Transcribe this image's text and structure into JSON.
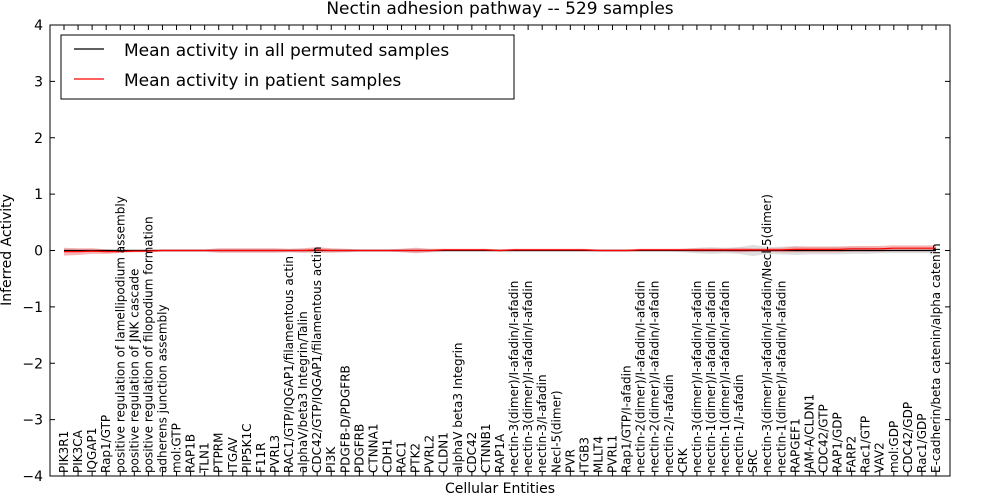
{
  "chart_data": {
    "type": "line",
    "title": "Nectin adhesion pathway -- 529 samples",
    "xlabel": "Cellular Entities",
    "ylabel": "Inferred Activity",
    "ylim": [
      -4,
      4
    ],
    "yticks": [
      -4,
      -3,
      -2,
      -1,
      0,
      1,
      2,
      3,
      4
    ],
    "grid": false,
    "legend_position": "top-left",
    "colors": {
      "permuted": "#000000",
      "patient": "#ff0000",
      "patient_band": "#f08080",
      "permuted_band": "#c8c8c8"
    },
    "categories": [
      "PIK3R1",
      "PIK3CA",
      "IQGAP1",
      "Rap1/GTP",
      "positive regulation of lamellipodium assembly",
      "positive regulation of JNK cascade",
      "positive regulation of filopodium formation",
      "adherens junction assembly",
      "mol:GTP",
      "RAP1B",
      "TLN1",
      "PTPRM",
      "ITGAV",
      "PIP5K1C",
      "F11R",
      "PVRL3",
      "RAC1/GTP/IQGAP1/filamentous actin",
      "alphaV/beta3 Integrin/Talin",
      "CDC42/GTP/IQGAP1/filamentous actin",
      "PI3K",
      "PDGFB-D/PDGFRB",
      "PDGFRB",
      "CTNNA1",
      "CDH1",
      "RAC1",
      "PTK2",
      "PVRL2",
      "CLDN1",
      "alphaV beta3 Integrin",
      "CDC42",
      "CTNNB1",
      "RAP1A",
      "nectin-3(dimer)/I-afadin/I-afadin",
      "nectin-3(dimer)/I-afadin/I-afadin",
      "nectin-3/I-afadin",
      "Necl-5(dimer)",
      "PVR",
      "ITGB3",
      "MLLT4",
      "PVRL1",
      "Rap1/GTP/I-afadin",
      "nectin-2(dimer)/I-afadin/I-afadin",
      "nectin-2(dimer)/I-afadin/I-afadin",
      "nectin-2/I-afadin",
      "CRK",
      "nectin-3(dimer)/I-afadin/I-afadin",
      "nectin-1(dimer)/I-afadin/I-afadin",
      "nectin-1(dimer)/I-afadin/I-afadin",
      "nectin-1/I-afadin",
      "SRC",
      "nectin-3(dimer)/I-afadin/I-afadin/Necl-5(dimer)",
      "nectin-1(dimer)/I-afadin/I-afadin",
      "RAPGEF1",
      "JAM-A/CLDN1",
      "CDC42/GTP",
      "RAP1/GDP",
      "FARP2",
      "Rac1/GTP",
      "VAV2",
      "mol:GDP",
      "CDC42/GDP",
      "Rac1/GDP",
      "E-cadherin/beta catenin/alpha catenin"
    ],
    "series": [
      {
        "name": "Mean activity in all permuted samples",
        "values": [
          0.0,
          0.0,
          0.0,
          0.0,
          0.0,
          0.0,
          0.0,
          0.0,
          0.0,
          0.0,
          0.0,
          0.0,
          0.0,
          0.0,
          0.0,
          0.0,
          0.0,
          0.0,
          0.0,
          0.0,
          0.0,
          0.0,
          0.0,
          0.0,
          0.0,
          0.0,
          0.0,
          0.0,
          0.0,
          0.0,
          0.0,
          0.0,
          0.0,
          0.0,
          0.0,
          0.0,
          0.0,
          0.0,
          0.0,
          0.0,
          0.0,
          0.0,
          0.0,
          0.0,
          0.0,
          0.0,
          0.0,
          0.0,
          0.0,
          0.0,
          0.0,
          0.0,
          0.0,
          0.0,
          0.0,
          0.0,
          0.0,
          0.0,
          0.0,
          0.0,
          0.0,
          0.0,
          0.0
        ],
        "band": [
          0.02,
          0.02,
          0.02,
          0.02,
          0.02,
          0.02,
          0.02,
          0.02,
          0.02,
          0.02,
          0.02,
          0.02,
          0.02,
          0.02,
          0.02,
          0.02,
          0.02,
          0.02,
          0.02,
          0.02,
          0.02,
          0.02,
          0.02,
          0.02,
          0.02,
          0.02,
          0.02,
          0.02,
          0.02,
          0.02,
          0.02,
          0.02,
          0.02,
          0.02,
          0.02,
          0.02,
          0.02,
          0.02,
          0.02,
          0.02,
          0.02,
          0.02,
          0.02,
          0.02,
          0.03,
          0.05,
          0.06,
          0.05,
          0.06,
          0.1,
          0.06,
          0.07,
          0.08,
          0.07,
          0.07,
          0.07,
          0.06,
          0.06,
          0.05,
          0.05,
          0.05,
          0.05,
          0.05
        ]
      },
      {
        "name": "Mean activity in patient samples",
        "values": [
          -0.02,
          -0.02,
          -0.01,
          -0.02,
          -0.02,
          -0.01,
          -0.01,
          0.0,
          0.0,
          0.0,
          0.0,
          0.0,
          0.0,
          0.0,
          0.0,
          0.0,
          0.0,
          0.0,
          0.01,
          0.0,
          0.0,
          0.0,
          0.0,
          0.0,
          0.0,
          0.0,
          0.0,
          0.01,
          0.01,
          0.01,
          0.01,
          0.0,
          0.01,
          0.01,
          0.01,
          0.01,
          0.01,
          0.01,
          0.0,
          0.0,
          0.0,
          0.01,
          0.01,
          0.01,
          0.01,
          0.01,
          0.01,
          0.01,
          0.01,
          0.01,
          0.01,
          0.01,
          0.02,
          0.02,
          0.02,
          0.02,
          0.03,
          0.03,
          0.03,
          0.04,
          0.04,
          0.04,
          0.04
        ],
        "band": [
          0.07,
          0.06,
          0.05,
          0.04,
          0.02,
          0.02,
          0.02,
          0.02,
          0.02,
          0.02,
          0.02,
          0.04,
          0.04,
          0.04,
          0.04,
          0.04,
          0.03,
          0.04,
          0.05,
          0.04,
          0.03,
          0.02,
          0.02,
          0.02,
          0.03,
          0.05,
          0.03,
          0.02,
          0.02,
          0.02,
          0.02,
          0.02,
          0.02,
          0.02,
          0.02,
          0.02,
          0.02,
          0.02,
          0.02,
          0.02,
          0.02,
          0.02,
          0.02,
          0.02,
          0.02,
          0.03,
          0.03,
          0.03,
          0.04,
          0.03,
          0.03,
          0.04,
          0.05,
          0.05,
          0.05,
          0.05,
          0.05,
          0.05,
          0.05,
          0.05,
          0.05,
          0.05,
          0.05
        ]
      }
    ]
  }
}
